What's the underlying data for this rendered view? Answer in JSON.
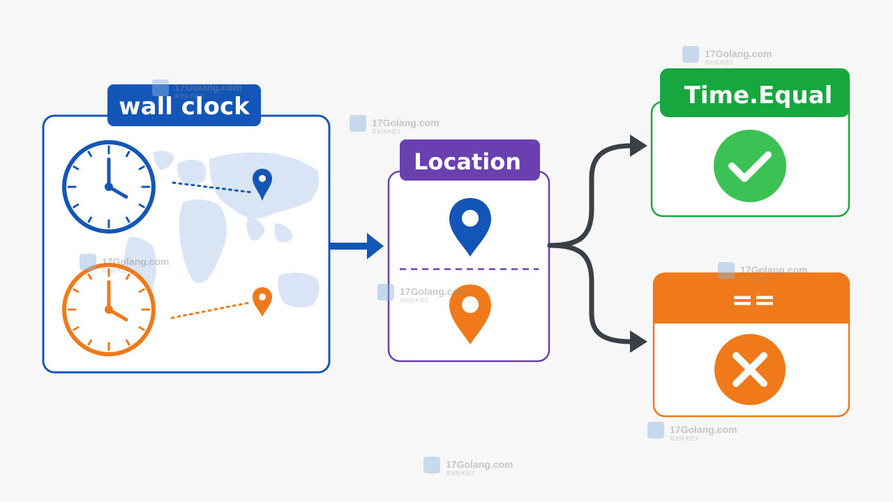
{
  "labels": {
    "wall_clock": "wall clock",
    "location": "Location",
    "time_equal": "Time.Equal",
    "double_equals": "=="
  },
  "watermark": {
    "text": "17Golang.com",
    "subtext": "原创技术图文"
  },
  "clocks": {
    "top": {
      "hour": 4,
      "minute": 0
    },
    "bottom": {
      "hour": 4,
      "minute": 0
    }
  },
  "colors": {
    "blue": "#1456b8",
    "orange": "#f07a1a",
    "purple": "#6a3fb0",
    "green": "#16a83f",
    "green_light": "#3cc155",
    "arrow_gray": "#3a4048",
    "map": "#d7e4f5"
  }
}
